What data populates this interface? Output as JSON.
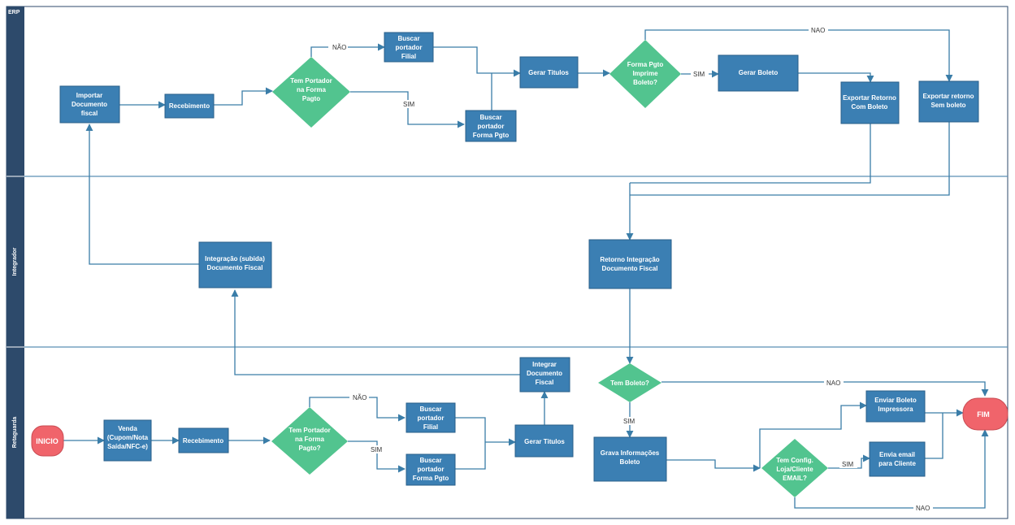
{
  "lanes": [
    {
      "id": "erp",
      "label": "ERP"
    },
    {
      "id": "integrador",
      "label": "Integrador"
    },
    {
      "id": "retaguarda",
      "label": "Retaguarda"
    }
  ],
  "terminals": {
    "inicio": "INICIO",
    "fim": "FIM"
  },
  "erp": {
    "importar": [
      "Importar",
      "Documento",
      "fiscal"
    ],
    "recebimento": [
      "Recebimento"
    ],
    "tem_portador": [
      "Tem Portador",
      "na Forma",
      "Pagto"
    ],
    "buscar_filial": [
      "Buscar",
      "portador",
      "Filial"
    ],
    "buscar_forma": [
      "Buscar",
      "portador",
      "Forma Pgto"
    ],
    "gerar_titulos": [
      "Gerar Titulos"
    ],
    "forma_pgto_imprime": [
      "Forma Pgto",
      "Imprime",
      "Boleto?"
    ],
    "gerar_boleto": [
      "Gerar Boleto"
    ],
    "exportar_com": [
      "Exportar Retorno",
      "Com Boleto"
    ],
    "exportar_sem": [
      "Exportar retorno",
      "Sem boleto"
    ]
  },
  "integrador": {
    "integracao_subida": [
      "Integração (subida)",
      "Documento Fiscal"
    ],
    "retorno_integracao": [
      "Retorno Integração",
      "Documento Fiscal"
    ]
  },
  "retaguarda": {
    "venda": [
      "Venda",
      "(Cupom/Nota",
      "Saída/NFC-e)"
    ],
    "recebimento": [
      "Recebimento"
    ],
    "tem_portador": [
      "Tem Portador",
      "na Forma",
      "Pagto?"
    ],
    "buscar_filial": [
      "Buscar",
      "portador",
      "Filial"
    ],
    "buscar_forma": [
      "Buscar",
      "portador",
      "Forma Pgto"
    ],
    "gerar_titulos": [
      "Gerar Titulos"
    ],
    "integrar_doc": [
      "Integrar",
      "Documento",
      "Fiscal"
    ],
    "tem_boleto": [
      "Tem Boleto?"
    ],
    "grava_info": [
      "Grava Informações",
      "Boleto"
    ],
    "tem_config": [
      "Tem Config.",
      "Loja/Cliente",
      "EMAIL?"
    ],
    "enviar_boleto": [
      "Enviar Boleto",
      "Impressora"
    ],
    "envia_email": [
      "Envia email",
      "para Cliente"
    ]
  },
  "edge_labels": {
    "erp_nao": "NÃO",
    "erp_sim": "SIM",
    "erp_boleto_sim": "SIM",
    "erp_boleto_nao": "NAO",
    "ret_nao": "NÃO",
    "ret_sim": "SIM",
    "tem_boleto_sim": "SIM",
    "tem_boleto_nao": "NAO",
    "config_sim": "SIM",
    "config_nao": "NAO"
  },
  "colors": {
    "box": "#3b7fb3",
    "box_border": "#2a5f8a",
    "decision": "#52c48f",
    "lane_header": "#2d4a6b",
    "terminal": "#f0646b",
    "edge": "#3a7da8"
  }
}
